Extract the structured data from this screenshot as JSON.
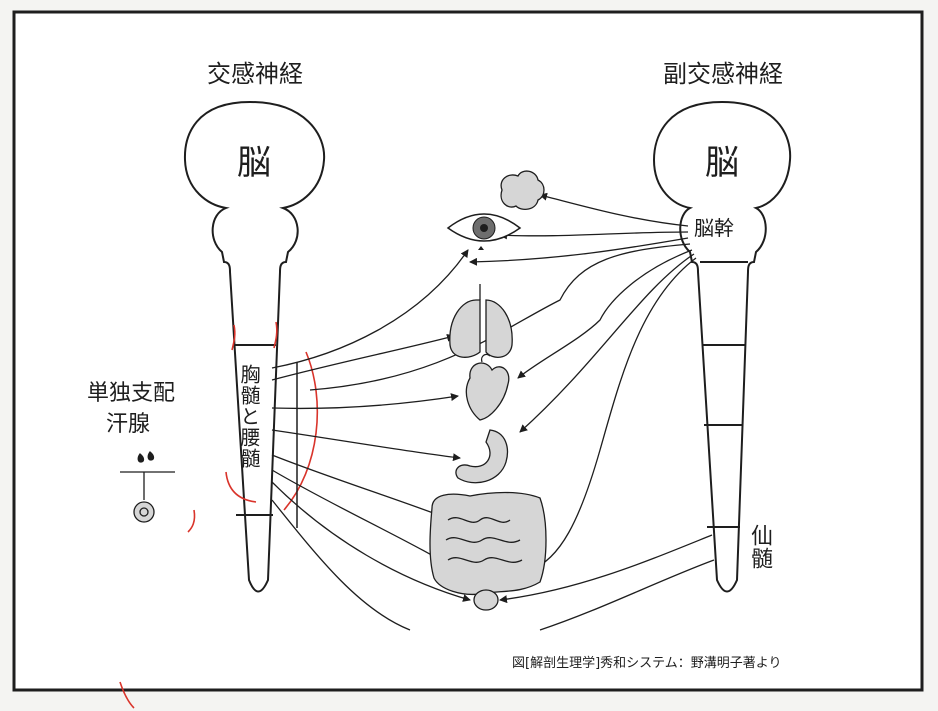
{
  "labels": {
    "sympathetic": "交感神経",
    "parasympathetic": "副交感神経",
    "brain_left": "脳",
    "brain_right": "脳",
    "brainstem": "脳幹",
    "thoracolumbar": "胸髄と腰髄",
    "sacral": "仙髄",
    "single_control": "単独支配",
    "sweat_gland": "汗腺"
  },
  "caption": "図[解剖生理学]秀和システム：野溝明子著より",
  "colors": {
    "ink": "#1e1e1e",
    "background": "#f4f4f2",
    "red_mark": "#d9342b",
    "organ_fill": "#d6d6d6"
  },
  "organs": [
    "eye-icon",
    "lacrimal-gland-icon",
    "lungs-icon",
    "heart-icon",
    "stomach-icon",
    "intestines-icon",
    "bladder-icon",
    "sweat-gland-icon"
  ]
}
